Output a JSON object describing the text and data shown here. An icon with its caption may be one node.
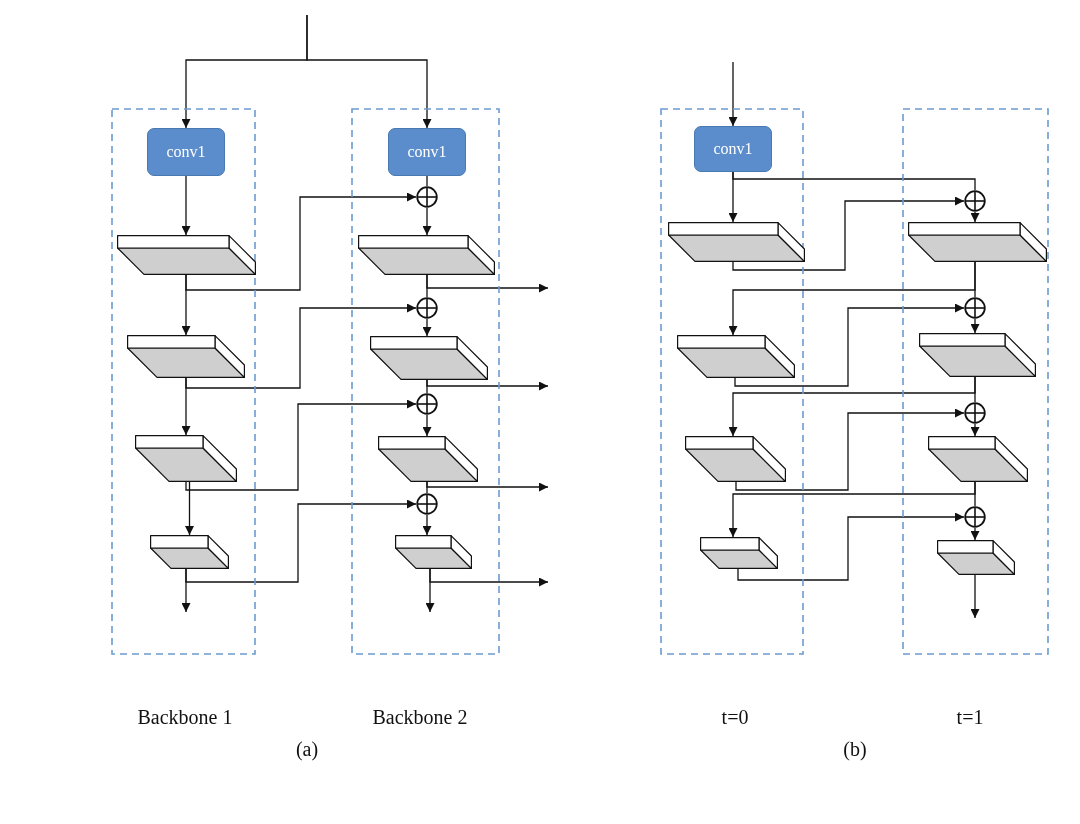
{
  "diagram": {
    "nodes": [
      {
        "text": [],
        "shape": "box"
      },
      {
        "text": [
          "conv1"
        ],
        "in": 0
      },
      {
        "text": [],
        "shape": "bar",
        "in": 0
      },
      {
        "text": [],
        "shape": "bar",
        "in": 0
      },
      {
        "text": [],
        "shape": "bar",
        "in": 0
      },
      {
        "text": [],
        "shape": "bar",
        "in": 0
      },
      {
        "text": [],
        "shape": "box"
      },
      {
        "text": [
          "conv1"
        ],
        "in": 6
      },
      {
        "text": [],
        "shape": "circle",
        "in": 6
      },
      {
        "text": [],
        "shape": "circle",
        "in": 6
      },
      {
        "text": [],
        "shape": "circle",
        "in": 6
      },
      {
        "text": [],
        "shape": "circle",
        "in": 6
      },
      {
        "text": [],
        "shape": "bar",
        "in": 6
      },
      {
        "text": [],
        "shape": "bar",
        "in": 6
      },
      {
        "text": [],
        "shape": "bar",
        "in": 6
      },
      {
        "text": [],
        "shape": "bar",
        "in": 6
      },
      {
        "text": [],
        "shape": "box"
      },
      {
        "text": [
          "conv1"
        ],
        "in": 16
      },
      {
        "text": [],
        "shape": "bar",
        "in": 16
      },
      {
        "text": [],
        "shape": "bar",
        "in": 16
      },
      {
        "text": [],
        "shape": "bar",
        "in": 16
      },
      {
        "text": [],
        "shape": "bar",
        "in": 16
      },
      {
        "text": [],
        "shape": "box"
      },
      {
        "text": [],
        "shape": "circle",
        "in": 22
      },
      {
        "text": [],
        "shape": "circle",
        "in": 22
      },
      {
        "text": [],
        "shape": "circle",
        "in": 22
      },
      {
        "text": [],
        "shape": "circle",
        "in": 22
      },
      {
        "text": [],
        "shape": "bar",
        "in": 22
      },
      {
        "text": [],
        "shape": "bar",
        "in": 22
      },
      {
        "text": [],
        "shape": "bar",
        "in": 22
      },
      {
        "text": [],
        "shape": "bar",
        "in": 22
      }
    ],
    "edges": [
      {
        "from": null,
        "to": 1,
        "arrow": "to"
      },
      {
        "from": null,
        "to": 7,
        "arrow": "to"
      },
      {
        "from": 1,
        "to": 2,
        "arrow": "to"
      },
      {
        "from": 2,
        "to": 3,
        "arrow": "to"
      },
      {
        "from": 3,
        "to": 4,
        "arrow": "to"
      },
      {
        "from": 4,
        "to": 5,
        "arrow": "to"
      },
      {
        "from": 5,
        "to": null,
        "arrow": "to"
      },
      {
        "from": 7,
        "to": 8,
        "arrow": "none"
      },
      {
        "from": 8,
        "to": 12,
        "arrow": "to"
      },
      {
        "from": 12,
        "to": 9,
        "arrow": "none"
      },
      {
        "from": 9,
        "to": 13,
        "arrow": "to"
      },
      {
        "from": 13,
        "to": 10,
        "arrow": "none"
      },
      {
        "from": 10,
        "to": 14,
        "arrow": "to"
      },
      {
        "from": 14,
        "to": 11,
        "arrow": "none"
      },
      {
        "from": 11,
        "to": 15,
        "arrow": "to"
      },
      {
        "from": 15,
        "to": null,
        "arrow": "to"
      },
      {
        "from": 2,
        "to": 8,
        "arrow": "to"
      },
      {
        "from": 3,
        "to": 9,
        "arrow": "to"
      },
      {
        "from": 4,
        "to": 10,
        "arrow": "to"
      },
      {
        "from": 5,
        "to": 11,
        "arrow": "to"
      },
      {
        "from": 12,
        "to": null,
        "arrow": "to"
      },
      {
        "from": 13,
        "to": null,
        "arrow": "to"
      },
      {
        "from": 14,
        "to": null,
        "arrow": "to"
      },
      {
        "from": 15,
        "to": null,
        "arrow": "to"
      },
      {
        "from": null,
        "to": 17,
        "arrow": "to"
      },
      {
        "from": 17,
        "to": 18,
        "arrow": "to"
      },
      {
        "from": 17,
        "to": 23,
        "arrow": "none"
      },
      {
        "from": 18,
        "to": 23,
        "arrow": "to"
      },
      {
        "from": 23,
        "to": 27,
        "arrow": "to"
      },
      {
        "from": 27,
        "to": 19,
        "arrow": "to"
      },
      {
        "from": 27,
        "to": 24,
        "arrow": "none"
      },
      {
        "from": 19,
        "to": 24,
        "arrow": "to"
      },
      {
        "from": 24,
        "to": 28,
        "arrow": "to"
      },
      {
        "from": 28,
        "to": 20,
        "arrow": "to"
      },
      {
        "from": 28,
        "to": 25,
        "arrow": "none"
      },
      {
        "from": 20,
        "to": 25,
        "arrow": "to"
      },
      {
        "from": 25,
        "to": 29,
        "arrow": "to"
      },
      {
        "from": 29,
        "to": 21,
        "arrow": "to"
      },
      {
        "from": 29,
        "to": 26,
        "arrow": "none"
      },
      {
        "from": 21,
        "to": 26,
        "arrow": "to"
      },
      {
        "from": 26,
        "to": 30,
        "arrow": "to"
      },
      {
        "from": 30,
        "to": null,
        "arrow": "to"
      }
    ],
    "labels": [
      "Backbone 1",
      "Backbone 2",
      "(a)",
      "t=0",
      "t=1",
      "(b)"
    ]
  }
}
